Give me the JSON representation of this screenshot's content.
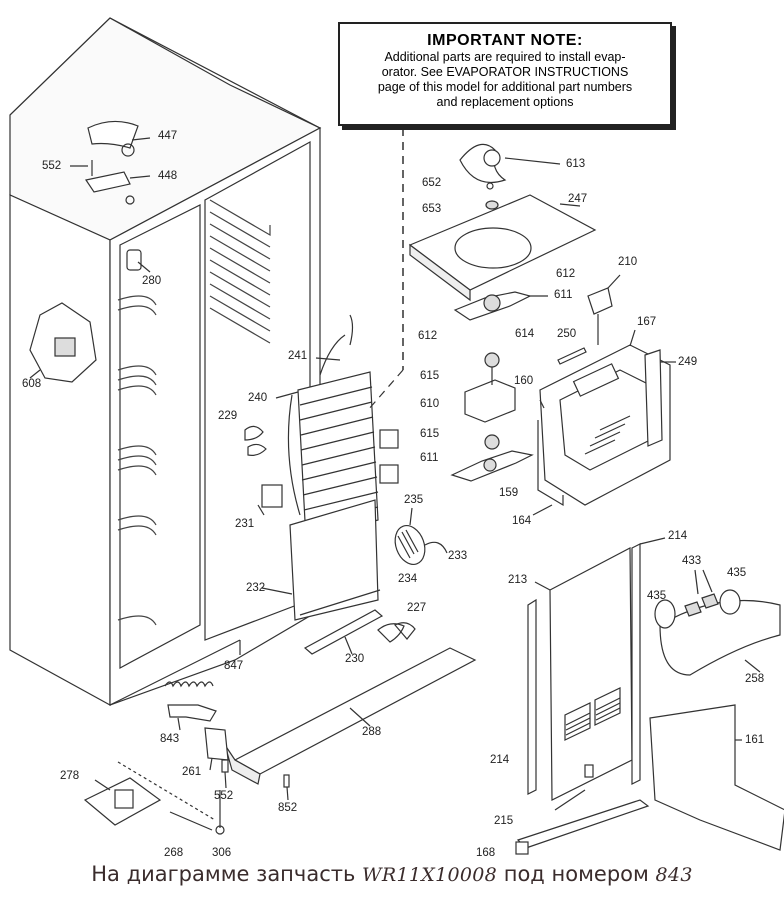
{
  "note": {
    "title": "IMPORTANT NOTE:",
    "lines": [
      "Additional parts are required to install evap-",
      "orator.  See EVAPORATOR INSTRUCTIONS",
      "page of this model for additional part numbers",
      "and replacement options"
    ]
  },
  "part_labels": [
    {
      "id": "447",
      "text": "447"
    },
    {
      "id": "552a",
      "text": "552"
    },
    {
      "id": "448",
      "text": "448"
    },
    {
      "id": "280",
      "text": "280"
    },
    {
      "id": "608",
      "text": "608"
    },
    {
      "id": "241",
      "text": "241"
    },
    {
      "id": "240",
      "text": "240"
    },
    {
      "id": "229",
      "text": "229"
    },
    {
      "id": "231",
      "text": "231"
    },
    {
      "id": "232",
      "text": "232"
    },
    {
      "id": "230",
      "text": "230"
    },
    {
      "id": "227",
      "text": "227"
    },
    {
      "id": "235",
      "text": "235"
    },
    {
      "id": "233",
      "text": "233"
    },
    {
      "id": "234",
      "text": "234"
    },
    {
      "id": "613",
      "text": "613"
    },
    {
      "id": "652",
      "text": "652"
    },
    {
      "id": "653",
      "text": "653"
    },
    {
      "id": "247",
      "text": "247"
    },
    {
      "id": "612a",
      "text": "612"
    },
    {
      "id": "611a",
      "text": "611"
    },
    {
      "id": "612b",
      "text": "612"
    },
    {
      "id": "614",
      "text": "614"
    },
    {
      "id": "615a",
      "text": "615"
    },
    {
      "id": "610",
      "text": "610"
    },
    {
      "id": "615b",
      "text": "615"
    },
    {
      "id": "611b",
      "text": "611"
    },
    {
      "id": "159",
      "text": "159"
    },
    {
      "id": "210",
      "text": "210"
    },
    {
      "id": "167",
      "text": "167"
    },
    {
      "id": "250",
      "text": "250"
    },
    {
      "id": "249",
      "text": "249"
    },
    {
      "id": "160",
      "text": "160"
    },
    {
      "id": "164",
      "text": "164"
    },
    {
      "id": "214a",
      "text": "214"
    },
    {
      "id": "213",
      "text": "213"
    },
    {
      "id": "433",
      "text": "433"
    },
    {
      "id": "435a",
      "text": "435"
    },
    {
      "id": "435b",
      "text": "435"
    },
    {
      "id": "258",
      "text": "258"
    },
    {
      "id": "161",
      "text": "161"
    },
    {
      "id": "214b",
      "text": "214"
    },
    {
      "id": "215",
      "text": "215"
    },
    {
      "id": "168",
      "text": "168"
    },
    {
      "id": "847",
      "text": "847"
    },
    {
      "id": "843",
      "text": "843"
    },
    {
      "id": "288",
      "text": "288"
    },
    {
      "id": "261",
      "text": "261"
    },
    {
      "id": "552b",
      "text": "552"
    },
    {
      "id": "852",
      "text": "852"
    },
    {
      "id": "278",
      "text": "278"
    },
    {
      "id": "268",
      "text": "268"
    },
    {
      "id": "306",
      "text": "306"
    }
  ],
  "caption": {
    "prefix": "На диаграмме запчасть",
    "part_number": "WR11X10008",
    "middle": "под номером",
    "item_number": "843"
  }
}
